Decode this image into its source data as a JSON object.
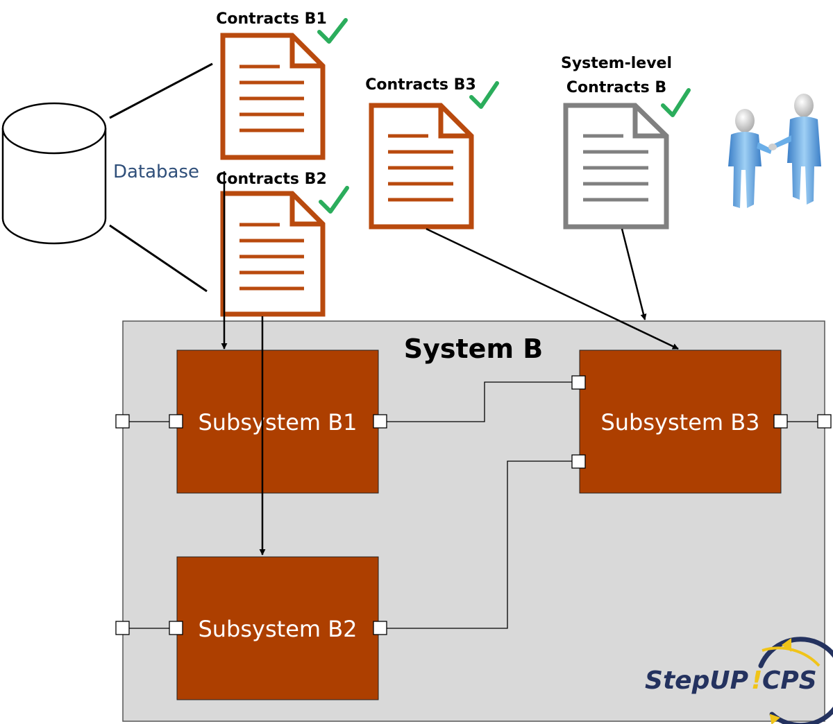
{
  "database": {
    "label": "Database"
  },
  "documents": {
    "b1": {
      "label": "Contracts B1",
      "verified": true
    },
    "b2": {
      "label": "Contracts B2",
      "verified": true
    },
    "b3": {
      "label": "Contracts B3",
      "verified": true
    },
    "sys": {
      "label_line1": "System-level",
      "label_line2": "Contracts B",
      "verified": true
    }
  },
  "system": {
    "label": "System B"
  },
  "subsystems": {
    "b1": "Subsystem B1",
    "b2": "Subsystem B2",
    "b3": "Subsystem B3"
  },
  "logo": {
    "left": "StepUP",
    "mark": "!",
    "right": "CPS"
  },
  "colors": {
    "subsystem_fill": "#ad3f00",
    "document_stroke": "#b94a0e",
    "system_doc_stroke": "#808080",
    "system_fill": "#d9d9d9",
    "check": "#2bad5c",
    "logo_navy": "#24325f",
    "logo_yellow": "#f0c419"
  },
  "icons": [
    "database-cylinder-icon",
    "document-icon",
    "checkmark-icon",
    "handshake-people-icon",
    "stepup-cps-logo"
  ]
}
